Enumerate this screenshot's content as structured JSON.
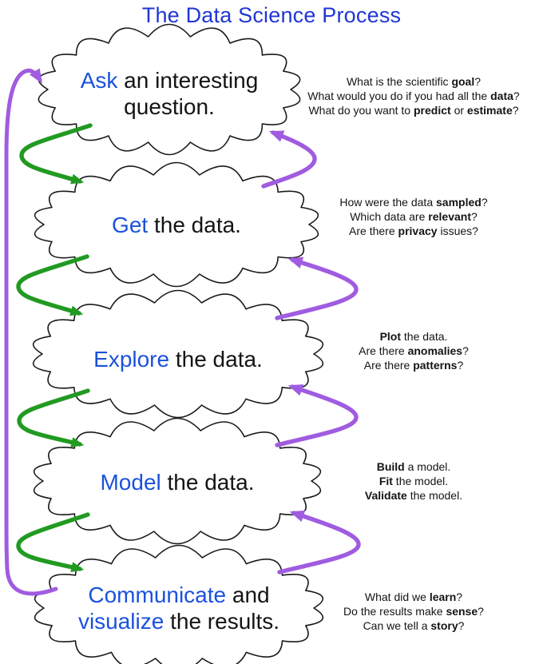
{
  "title": "The Data Science Process",
  "colors": {
    "background": "#ffffff",
    "title_blue": "#2036d6",
    "keyword_blue": "#1b52dc",
    "text_black": "#141414",
    "green": "#219a21",
    "purple": "#a05ce0",
    "cloud_outline": "#1a1a1a"
  },
  "clouds": [
    {
      "id": "ask",
      "lines": [
        [
          {
            "t": "Ask",
            "s": "kw"
          },
          {
            "t": " an interesting",
            "s": ""
          }
        ],
        [
          {
            "t": "question.",
            "s": ""
          }
        ]
      ]
    },
    {
      "id": "get",
      "lines": [
        [
          {
            "t": "Get",
            "s": "kw"
          },
          {
            "t": " the data.",
            "s": ""
          }
        ]
      ]
    },
    {
      "id": "explore",
      "lines": [
        [
          {
            "t": "Explore",
            "s": "kw"
          },
          {
            "t": " the data.",
            "s": ""
          }
        ]
      ]
    },
    {
      "id": "model",
      "lines": [
        [
          {
            "t": "Model",
            "s": "kw"
          },
          {
            "t": " the data.",
            "s": ""
          }
        ]
      ]
    },
    {
      "id": "communicate",
      "lines": [
        [
          {
            "t": "Communicate",
            "s": "kw"
          },
          {
            "t": " and",
            "s": ""
          }
        ],
        [
          {
            "t": "visualize",
            "s": "kw"
          },
          {
            "t": " the results.",
            "s": ""
          }
        ]
      ]
    }
  ],
  "annotations": [
    {
      "for": "ask",
      "lines": [
        [
          {
            "t": "What is the scientific ",
            "s": ""
          },
          {
            "t": "goal",
            "s": "b"
          },
          {
            "t": "?",
            "s": ""
          }
        ],
        [
          {
            "t": "What would you do if you had all the ",
            "s": ""
          },
          {
            "t": "data",
            "s": "b"
          },
          {
            "t": "?",
            "s": ""
          }
        ],
        [
          {
            "t": "What do you want to ",
            "s": ""
          },
          {
            "t": "predict",
            "s": "b"
          },
          {
            "t": " or ",
            "s": ""
          },
          {
            "t": "estimate",
            "s": "b"
          },
          {
            "t": "?",
            "s": ""
          }
        ]
      ]
    },
    {
      "for": "get",
      "lines": [
        [
          {
            "t": "How were the data ",
            "s": ""
          },
          {
            "t": "sampled",
            "s": "b"
          },
          {
            "t": "?",
            "s": ""
          }
        ],
        [
          {
            "t": "Which data are ",
            "s": ""
          },
          {
            "t": "relevant",
            "s": "b"
          },
          {
            "t": "?",
            "s": ""
          }
        ],
        [
          {
            "t": "Are there ",
            "s": ""
          },
          {
            "t": "privacy",
            "s": "b"
          },
          {
            "t": " issues?",
            "s": ""
          }
        ]
      ]
    },
    {
      "for": "explore",
      "lines": [
        [
          {
            "t": "Plot",
            "s": "b"
          },
          {
            "t": " the data.",
            "s": ""
          }
        ],
        [
          {
            "t": "Are there ",
            "s": ""
          },
          {
            "t": "anomalies",
            "s": "b"
          },
          {
            "t": "?",
            "s": ""
          }
        ],
        [
          {
            "t": "Are there ",
            "s": ""
          },
          {
            "t": "patterns",
            "s": "b"
          },
          {
            "t": "?",
            "s": ""
          }
        ]
      ]
    },
    {
      "for": "model",
      "lines": [
        [
          {
            "t": "Build",
            "s": "b"
          },
          {
            "t": " a model.",
            "s": ""
          }
        ],
        [
          {
            "t": "Fit",
            "s": "b"
          },
          {
            "t": " the model.",
            "s": ""
          }
        ],
        [
          {
            "t": "Validate",
            "s": "b"
          },
          {
            "t": " the model.",
            "s": ""
          }
        ]
      ]
    },
    {
      "for": "communicate",
      "lines": [
        [
          {
            "t": "What did we ",
            "s": ""
          },
          {
            "t": "learn",
            "s": "b"
          },
          {
            "t": "?",
            "s": ""
          }
        ],
        [
          {
            "t": "Do the results make ",
            "s": ""
          },
          {
            "t": "sense",
            "s": "b"
          },
          {
            "t": "?",
            "s": ""
          }
        ],
        [
          {
            "t": "Can we tell a ",
            "s": ""
          },
          {
            "t": "story",
            "s": "b"
          },
          {
            "t": "?",
            "s": ""
          }
        ]
      ]
    }
  ]
}
